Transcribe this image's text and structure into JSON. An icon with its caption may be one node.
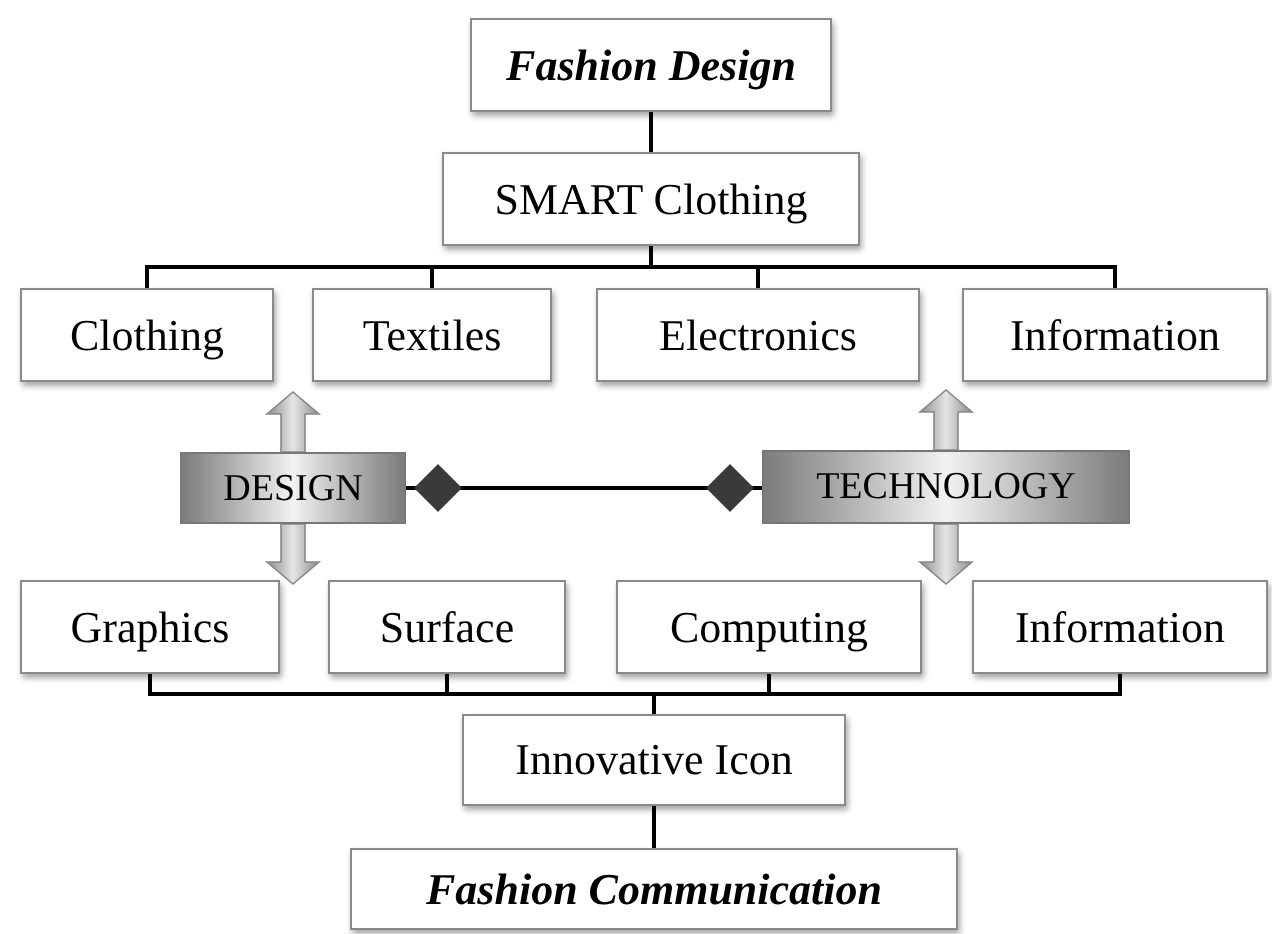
{
  "diagram": {
    "nodes": [
      {
        "text": [
          "Fashion Design"
        ]
      },
      {
        "text": [
          "SMART Clothing"
        ]
      },
      {
        "text": [
          "Clothing"
        ]
      },
      {
        "text": [
          "Textiles"
        ]
      },
      {
        "text": [
          "Electronics"
        ]
      },
      {
        "text": [
          "Information"
        ]
      },
      {
        "text": [
          "DESIGN"
        ]
      },
      {
        "text": [
          "TECHNOLOGY"
        ]
      },
      {
        "text": [
          "Graphics"
        ]
      },
      {
        "text": [
          "Surface"
        ]
      },
      {
        "text": [
          "Computing"
        ]
      },
      {
        "text": [
          "Information"
        ]
      },
      {
        "text": [
          "Innovative Icon"
        ]
      },
      {
        "text": [
          "Fashion Communication"
        ]
      }
    ],
    "edges": [
      {
        "from": 0,
        "to": 1,
        "arrow": "none"
      },
      {
        "from": 1,
        "to": 2,
        "arrow": "none"
      },
      {
        "from": 1,
        "to": 3,
        "arrow": "none"
      },
      {
        "from": 1,
        "to": 4,
        "arrow": "none"
      },
      {
        "from": 1,
        "to": 5,
        "arrow": "none"
      },
      {
        "from": 6,
        "to": 7,
        "arrow": "other"
      },
      {
        "from": 8,
        "to": 12,
        "arrow": "none"
      },
      {
        "from": 9,
        "to": 12,
        "arrow": "none"
      },
      {
        "from": 10,
        "to": 12,
        "arrow": "none"
      },
      {
        "from": 11,
        "to": 12,
        "arrow": "none"
      },
      {
        "from": 12,
        "to": 13,
        "arrow": "none"
      },
      {
        "from": 6,
        "to": 2,
        "arrow": "to"
      },
      {
        "from": 6,
        "to": 8,
        "arrow": "to"
      },
      {
        "from": 7,
        "to": 5,
        "arrow": "to"
      },
      {
        "from": 7,
        "to": 10,
        "arrow": "to"
      }
    ]
  }
}
